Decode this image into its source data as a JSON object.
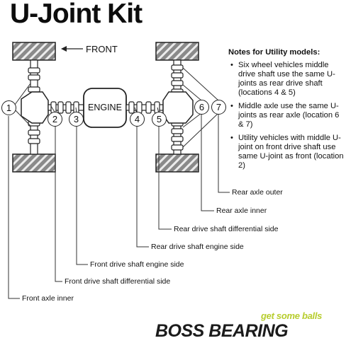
{
  "title": "U-Joint Kit",
  "front_label": "FRONT",
  "engine_label": "ENGINE",
  "notes": {
    "heading": "Notes for Utility models:",
    "items": [
      "Six wheel vehicles middle drive shaft use the same U-joints as rear drive shaft (locations 4 & 5)",
      "Middle axle use the same U-joints as rear axle (location 6 & 7)",
      "Utility vehicles with middle U-joint on front drive shaft use same U-joint as front (location 2)"
    ]
  },
  "markers": [
    "1",
    "2",
    "3",
    "4",
    "5",
    "6",
    "7"
  ],
  "callouts": [
    "Rear axle outer",
    "Rear axle inner",
    "Rear drive shaft differential side",
    "Rear drive shaft engine side",
    "Front drive shaft engine side",
    "Front drive shaft differential side",
    "Front axle inner"
  ],
  "brand": {
    "tagline": "get some balls",
    "name": "BOSS BEARING"
  },
  "colors": {
    "ink": "#111111",
    "brand_accent": "#b7cd2d"
  }
}
